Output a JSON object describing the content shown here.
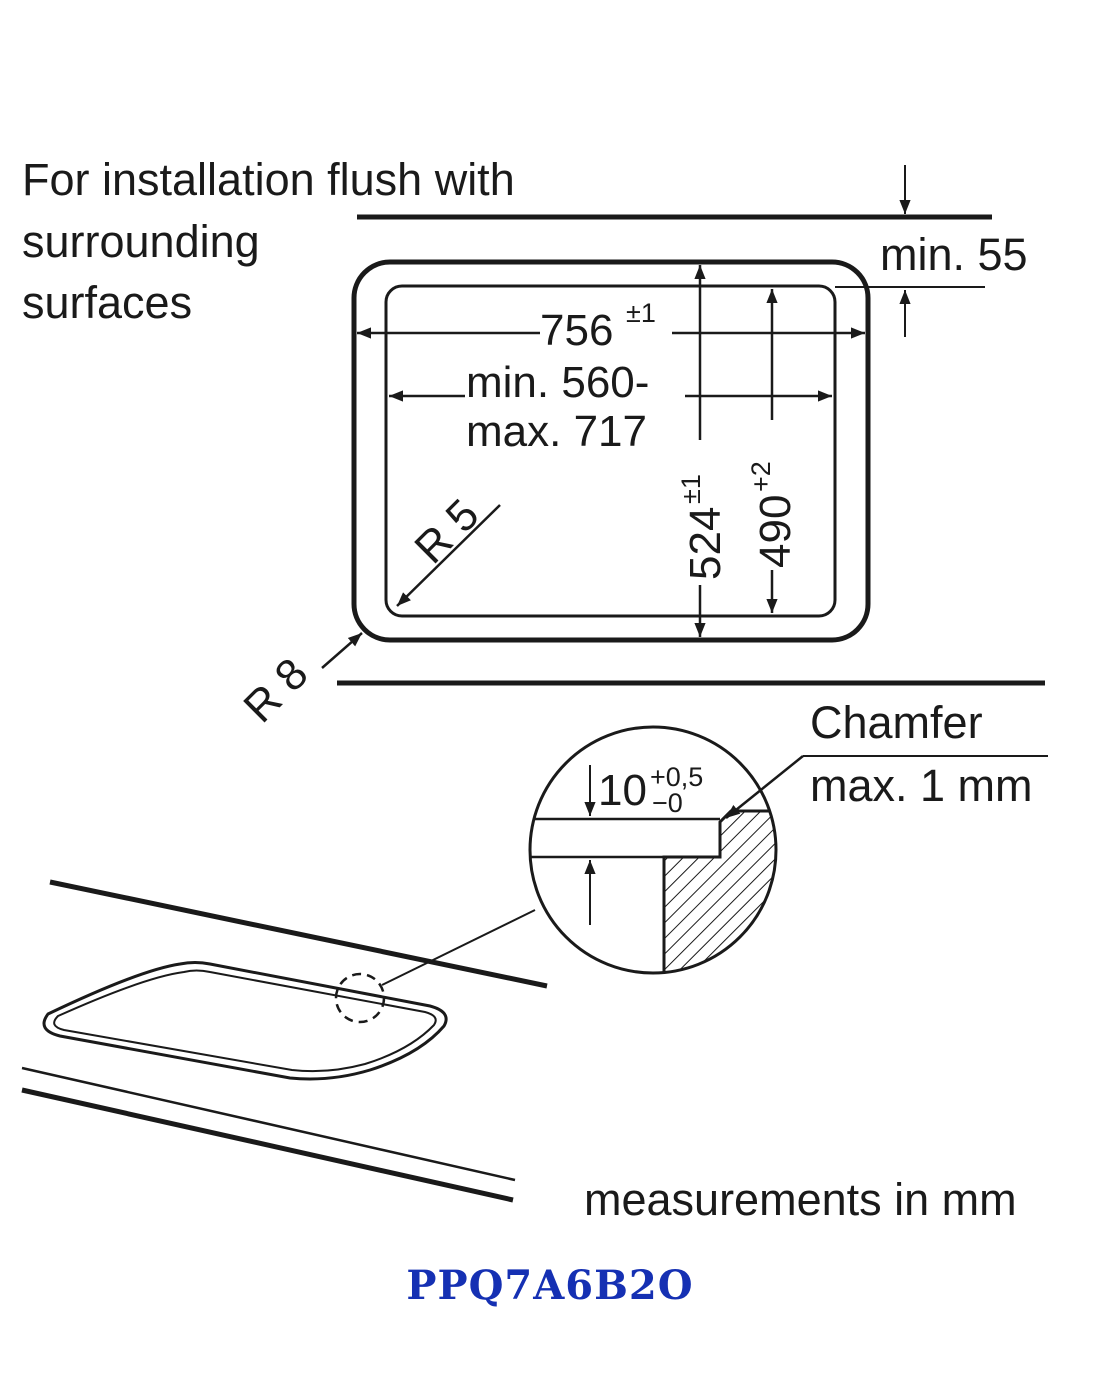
{
  "intro": {
    "line1": "For installation flush with",
    "line2": "surrounding",
    "line3": "surfaces"
  },
  "dimensions": {
    "depth_min": "min. 55",
    "width_outer": "756",
    "width_outer_tol": "±1",
    "width_inner_line1": "min. 560-",
    "width_inner_line2": "max. 717",
    "depth_outer": "524",
    "depth_outer_tol": "±1",
    "depth_inner": "490",
    "depth_inner_tol": "+2",
    "radius_inner": "R 5",
    "radius_outer": "R 8"
  },
  "detail": {
    "rebate_depth": "10",
    "rebate_tol_upper": "+0,5",
    "rebate_tol_lower": "−0",
    "chamfer_line1": "Chamfer",
    "chamfer_line2": "max. 1 mm"
  },
  "footer": {
    "units_note": "measurements in mm",
    "model_code": "PPQ7A6B2O"
  },
  "colors": {
    "line": "#1a1a1a",
    "model_code": "#1530b3"
  }
}
